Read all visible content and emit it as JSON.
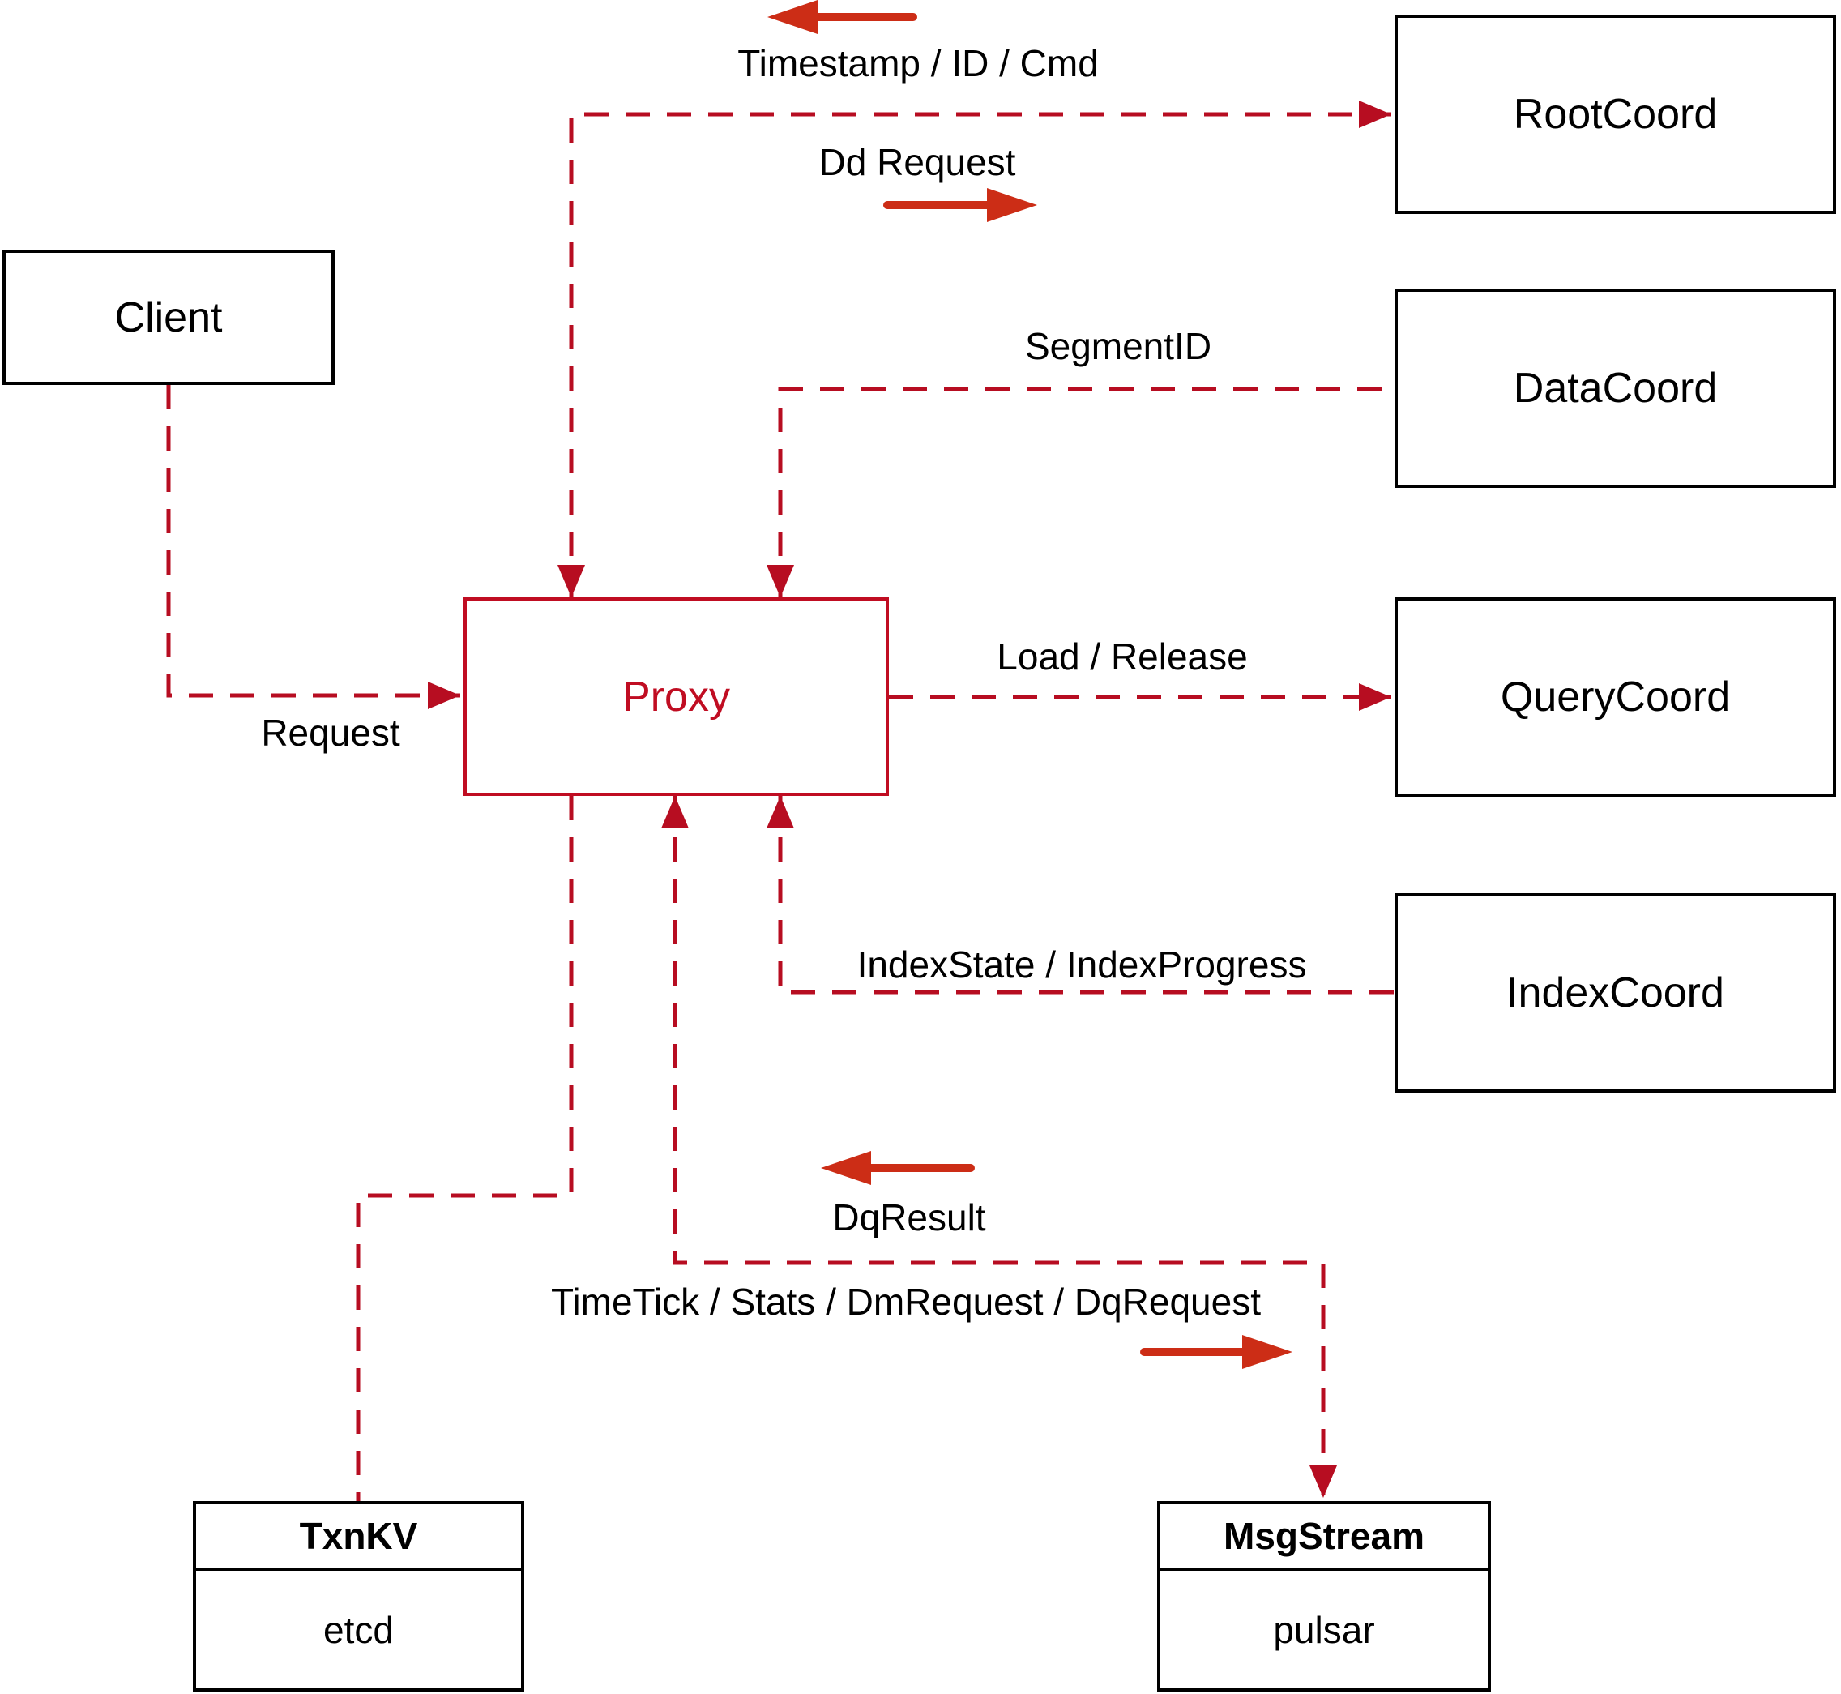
{
  "diagram": {
    "description": "Proxy architecture diagram",
    "background": "#ffffff",
    "colors": {
      "connector_dashed": "#b70d21",
      "proxy_accent": "#c00d22",
      "solid_direction_arrow": "#cc2d16",
      "box_border": "#000000",
      "label_text": "#000000"
    },
    "nodes": {
      "client": {
        "label": "Client"
      },
      "proxy": {
        "label": "Proxy"
      },
      "rootcoord": {
        "label": "RootCoord"
      },
      "datacoord": {
        "label": "DataCoord"
      },
      "querycoord": {
        "label": "QueryCoord"
      },
      "indexcoord": {
        "label": "IndexCoord"
      },
      "txnkv": {
        "title": "TxnKV",
        "subtitle": "etcd"
      },
      "msgstream": {
        "title": "MsgStream",
        "subtitle": "pulsar"
      }
    },
    "edge_labels": {
      "timestamp": "Timestamp / ID / Cmd",
      "dd_request": "Dd Request",
      "segment_id": "SegmentID",
      "load_release": "Load / Release",
      "request": "Request",
      "index_state": "IndexState / IndexProgress",
      "dq_result": "DqResult",
      "timetick": "TimeTick / Stats / DmRequest / DqRequest"
    }
  }
}
